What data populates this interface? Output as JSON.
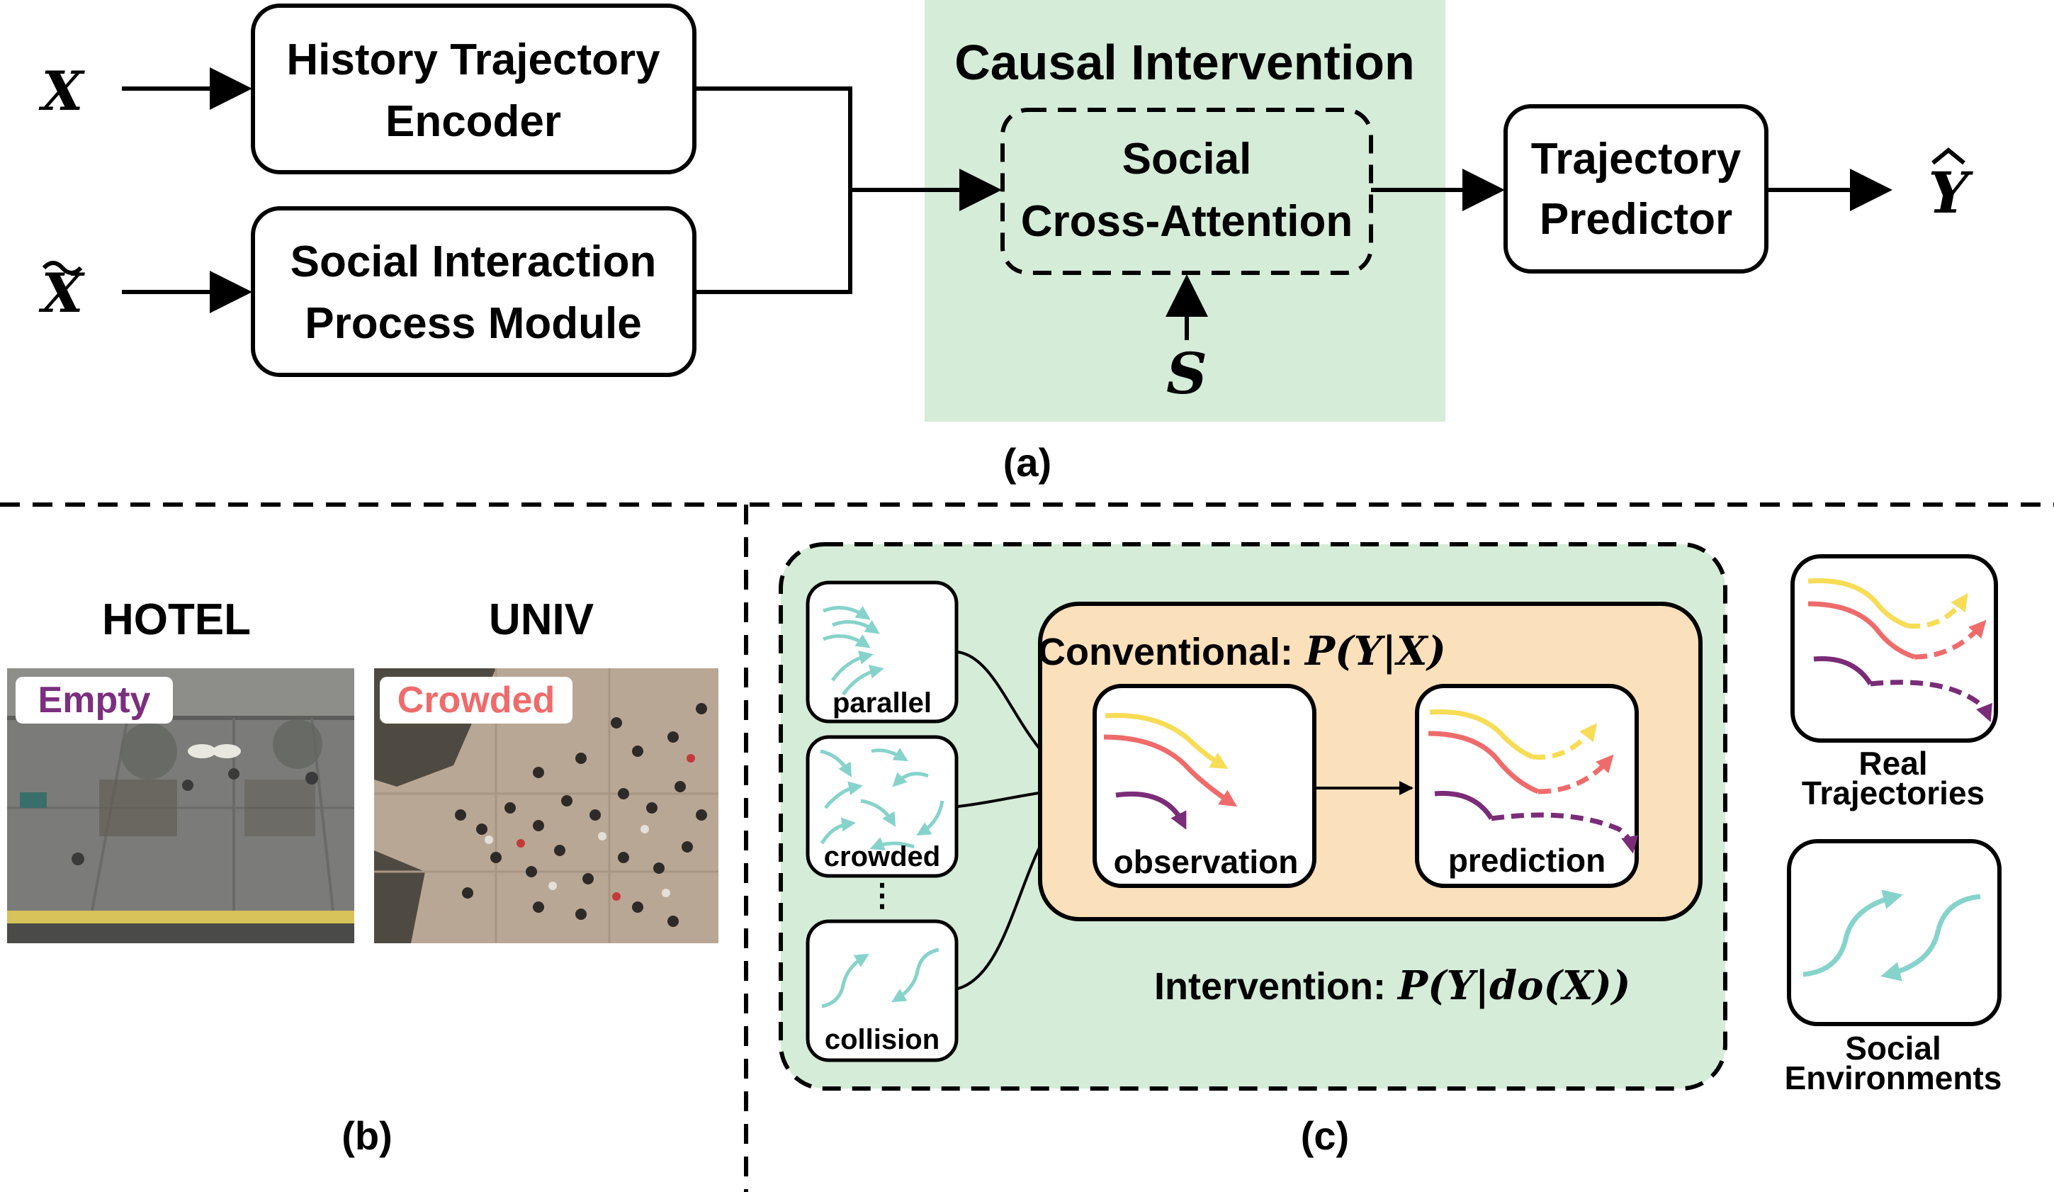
{
  "panel_a": {
    "input_x": "X",
    "input_x_tilde": "X",
    "encoder": {
      "line1": "History Trajectory",
      "line2": "Encoder"
    },
    "social_module": {
      "line1": "Social Interaction",
      "line2": "Process Module"
    },
    "causal_title": "Causal Intervention",
    "cross_attention": {
      "line1": "Social",
      "line2": "Cross-Attention"
    },
    "s_label": "S",
    "predictor": {
      "line1": "Trajectory",
      "line2": "Predictor"
    },
    "output_y": "Y",
    "caption": "(a)"
  },
  "panel_b": {
    "hotel_title": "HOTEL",
    "univ_title": "UNIV",
    "empty_badge": "Empty",
    "crowded_badge": "Crowded",
    "caption": "(b)"
  },
  "panel_c": {
    "parallel": "parallel",
    "crowded": "crowded",
    "ellipsis": "⋮",
    "collision": "collision",
    "conventional_label": "Conventional:",
    "conventional_formula": "P(Y|X)",
    "observation": "observation",
    "prediction": "prediction",
    "intervention_label": "Intervention:",
    "intervention_formula": "P(Y|do(X))",
    "legend_real": {
      "line1": "Real",
      "line2": "Trajectories"
    },
    "legend_social": {
      "line1": "Social",
      "line2": "Environments"
    },
    "caption": "(c)"
  },
  "colors": {
    "green_bg": "#d5ecd8",
    "orange_bg": "#fbe0bc",
    "teal": "#86d3cb",
    "yellow": "#f7dc55",
    "red": "#ef6b6b",
    "purple": "#7a2c78",
    "empty_text": "#7b2f7e",
    "crowded_text": "#ef6b6b"
  }
}
